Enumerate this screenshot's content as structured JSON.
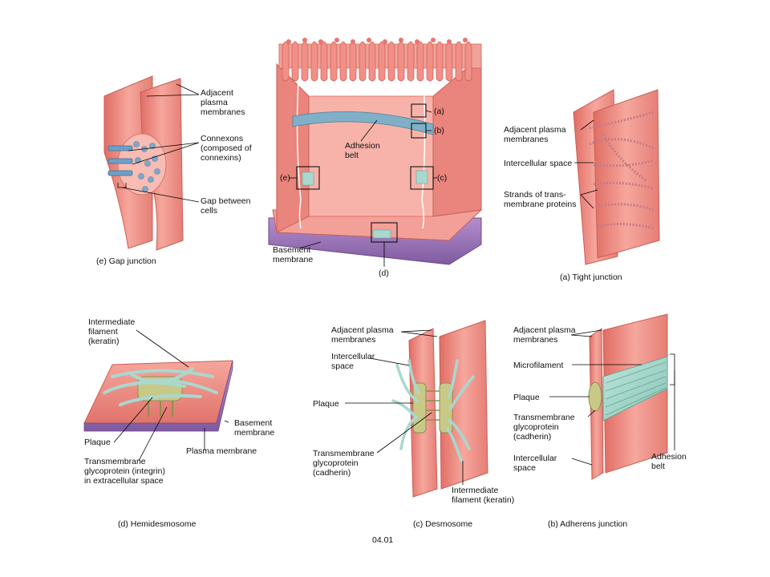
{
  "panels": {
    "gap": {
      "caption": "(e) Gap junction",
      "labels": {
        "adjacent": "Adjacent\nplasma\nmembranes",
        "connexons": "Connexons\n(composed of\nconnexins)",
        "gap": "Gap between\ncells"
      }
    },
    "main": {
      "labels": {
        "adhesion_belt": "Adhesion\nbelt",
        "basement": "Basement\nmembrane",
        "a": "(a)",
        "b": "(b)",
        "c": "(c)",
        "d": "(d)",
        "e": "(e)"
      }
    },
    "tight": {
      "caption": "(a) Tight junction",
      "labels": {
        "adjacent": "Adjacent plasma\nmembranes",
        "intercellular": "Intercellular space",
        "strands": "Strands of trans-\nmembrane proteins"
      }
    },
    "hemi": {
      "caption": "(d) Hemidesmosome",
      "labels": {
        "filament": "Intermediate\nfilament\n(keratin)",
        "basement": "Basement\nmembrane",
        "plaque": "Plaque",
        "plasma": "Plasma membrane",
        "glyco": "Transmembrane\nglycoprotein (integrin)\nin extracellular space"
      }
    },
    "desmo": {
      "caption": "(c) Desmosome",
      "labels": {
        "adjacent": "Adjacent plasma\nmembranes",
        "intercellular": "Intercellular\nspace",
        "plaque": "Plaque",
        "glyco": "Transmembrane\nglycoprotein\n(cadherin)",
        "filament": "Intermediate\nfilament (keratin)"
      }
    },
    "adherens": {
      "caption": "(b) Adherens junction",
      "labels": {
        "adjacent": "Adjacent plasma\nmembranes",
        "microfilament": "Microfilament",
        "plaque": "Plaque",
        "glyco": "Transmembrane\nglycoprotein\n(cadherin)",
        "intercellular": "Intercellular\nspace",
        "belt": "Adhesion\nbelt"
      }
    }
  },
  "figure_number": "04.01",
  "colors": {
    "membrane": "#f08f86",
    "membrane_light": "#f7b3aa",
    "membrane_dark": "#d9645c",
    "basement": "#9a74b8",
    "filament": "#a9d8cf",
    "plaque": "#c9c987",
    "connexon": "#6f9fc4"
  }
}
